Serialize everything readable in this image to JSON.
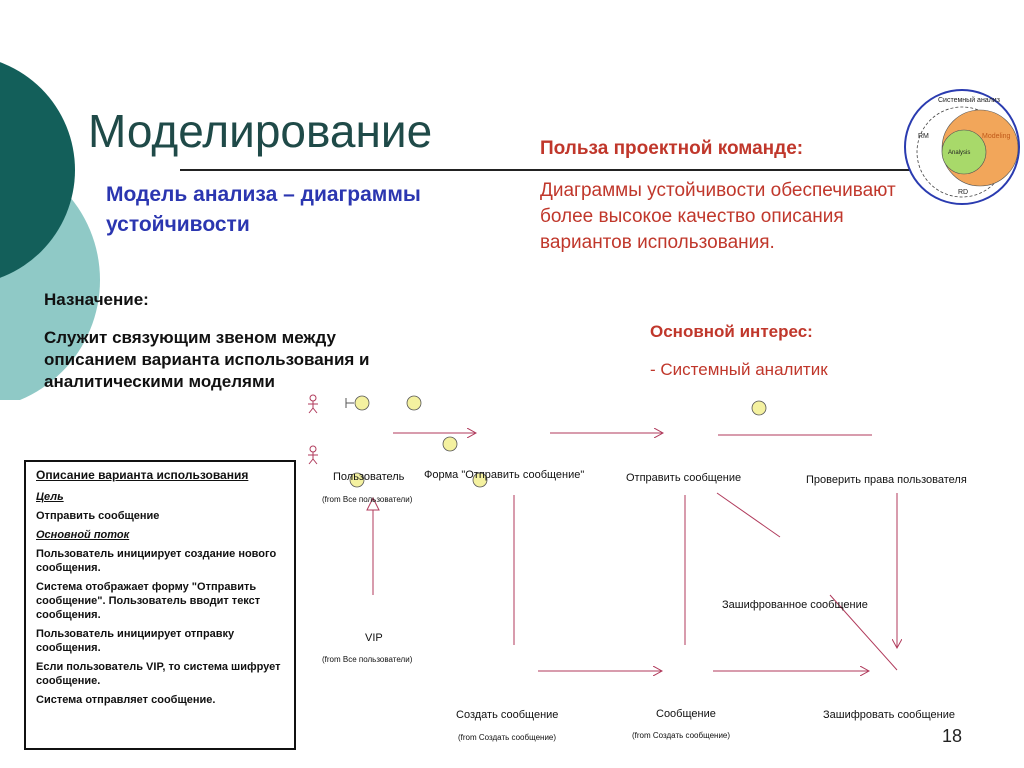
{
  "slide": {
    "title": "Моделирование",
    "subtitle": "Модель анализа – диаграммы устойчивости",
    "benefit_heading": "Польза проектной команде:",
    "benefit_text": "Диаграммы устойчивости обеспечивают более высокое качество описания вариантов использования.",
    "purpose_heading": "Назначение:",
    "purpose_text": "Служит связующим звеном между описанием варианта использования и аналитическими моделями",
    "interest_heading": "Основной интерес:",
    "interest_text": "- Системный аналитик",
    "page_number": "18"
  },
  "scope_diagram": {
    "outer_label": "Системный анализ",
    "rm_label": "RM",
    "modeling_label": "Modeling",
    "analysis_label": "Analysis",
    "rd_label": "RD"
  },
  "use_case": {
    "title": "Описание варианта использования",
    "goal_label": "Цель",
    "goal": "Отправить сообщение",
    "flow_label": "Основной поток",
    "steps": [
      "Пользователь инициирует создание нового сообщения.",
      "Система отображает форму \"Отправить сообщение\". Пользователь вводит текст сообщения.",
      "Пользователь инициирует отправку сообщения.",
      "Если пользователь VIP, то система шифрует сообщение.",
      "Система отправляет сообщение."
    ]
  },
  "robustness": {
    "user": "Пользователь",
    "user_from": "(from Все пользователи)",
    "vip": "VIP",
    "vip_from": "(from Все пользователи)",
    "form": "Форма \"Отправить сообщение\"",
    "send": "Отправить сообщение",
    "check": "Проверить права пользователя",
    "encrypted": "Зашифрованное сообщение",
    "create": "Создать сообщение",
    "create_from": "(from Создать сообщение)",
    "message": "Сообщение",
    "message_from": "(from Создать сообщение)",
    "encrypt": "Зашифровать сообщение"
  },
  "colors": {
    "title": "#1f4a48",
    "subtitle": "#2b36b0",
    "accent_red": "#c0372b",
    "teal_dark": "#135f5a",
    "teal_light": "#8fc9c6",
    "link_line": "#b03a5b",
    "boundary_fill": "#f4f1a0"
  }
}
